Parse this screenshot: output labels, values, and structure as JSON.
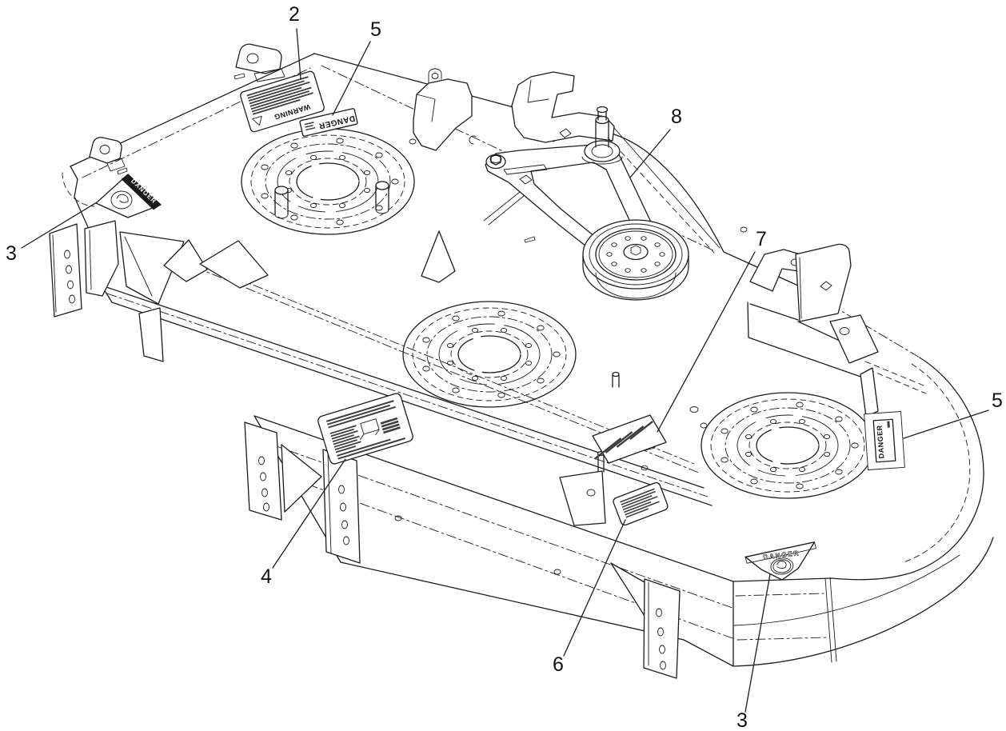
{
  "callouts": [
    {
      "id": "callout-2",
      "number": "2"
    },
    {
      "id": "callout-5-top",
      "number": "5"
    },
    {
      "id": "callout-8",
      "number": "8"
    },
    {
      "id": "callout-3-left",
      "number": "3"
    },
    {
      "id": "callout-7",
      "number": "7"
    },
    {
      "id": "callout-5-right",
      "number": "5"
    },
    {
      "id": "callout-4",
      "number": "4"
    },
    {
      "id": "callout-6",
      "number": "6"
    },
    {
      "id": "callout-3-bottom",
      "number": "3"
    }
  ],
  "decals": {
    "warning_label": {
      "title": "WARNING"
    },
    "danger_strip_top": {
      "title": "DANGER"
    },
    "danger_triangle_left": {
      "title": "DANGER"
    },
    "danger_strip_right": {
      "title": "DANGER"
    },
    "danger_triangle_bottom": {
      "title": "DANGER"
    }
  },
  "colors": {
    "line": "#1c1c1c",
    "background": "#ffffff",
    "decal_band": "#1a1a1a"
  }
}
